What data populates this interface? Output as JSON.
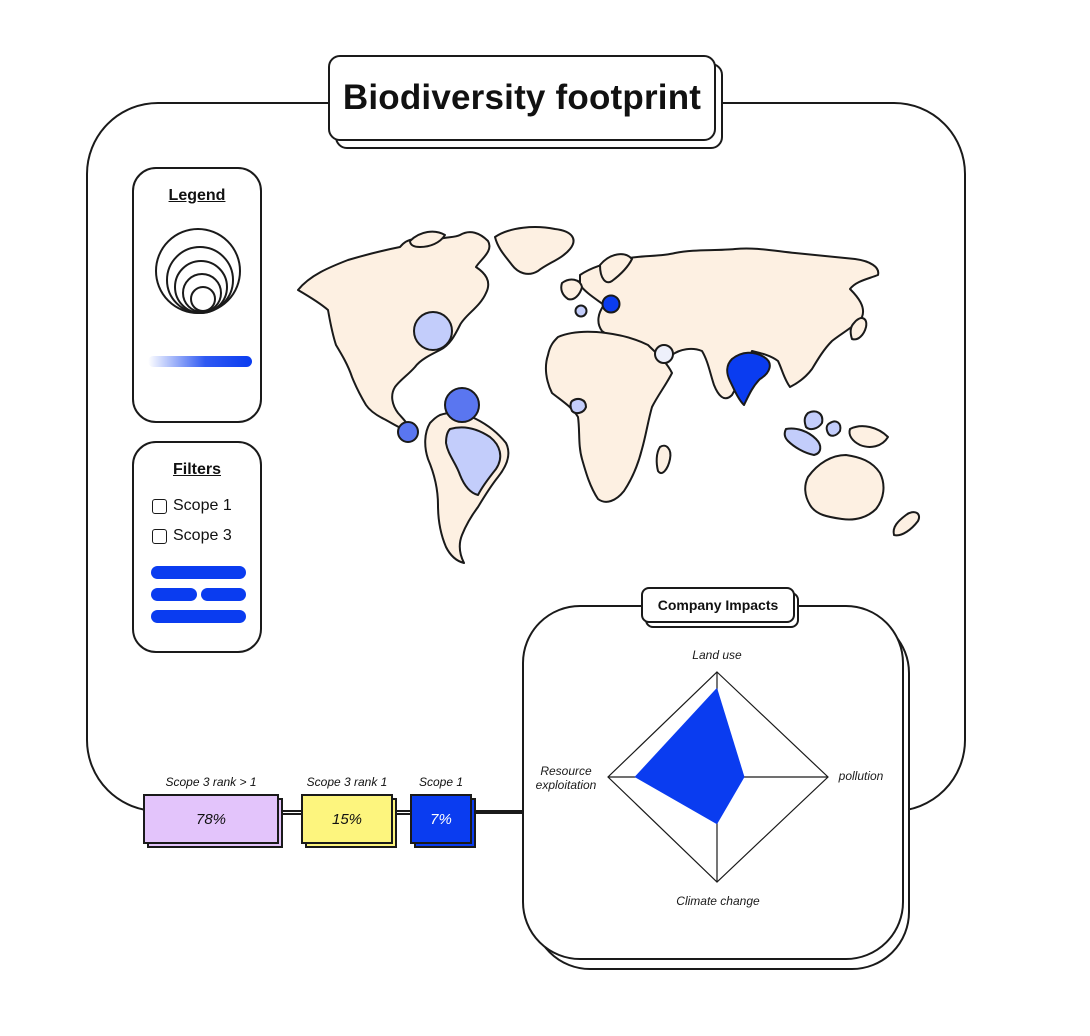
{
  "title": "Biodiversity footprint",
  "legend": {
    "title": "Legend"
  },
  "filters": {
    "title": "Filters",
    "options": [
      {
        "label": "Scope 1",
        "checked": false
      },
      {
        "label": "Scope 3",
        "checked": false
      }
    ]
  },
  "stats": [
    {
      "label": "Scope 3 rank > 1",
      "value": "78%",
      "color": "#e3c4fb"
    },
    {
      "label": "Scope 3 rank 1",
      "value": "15%",
      "color": "#fdf57e"
    },
    {
      "label": "Scope 1",
      "value": "7%",
      "color": "#0a3cf0"
    }
  ],
  "company_impacts": {
    "title": "Company Impacts",
    "axes": [
      "Land use",
      "pollution",
      "Climate change",
      "Resource exploitation"
    ],
    "values": [
      0.85,
      0.25,
      0.45,
      0.75
    ],
    "fill_color": "#0a3cf0"
  },
  "colors": {
    "land": "#fdf0e2",
    "accent": "#0a3cf0",
    "light_blue": "#c3cdfb",
    "mid_blue": "#5a76f0"
  }
}
